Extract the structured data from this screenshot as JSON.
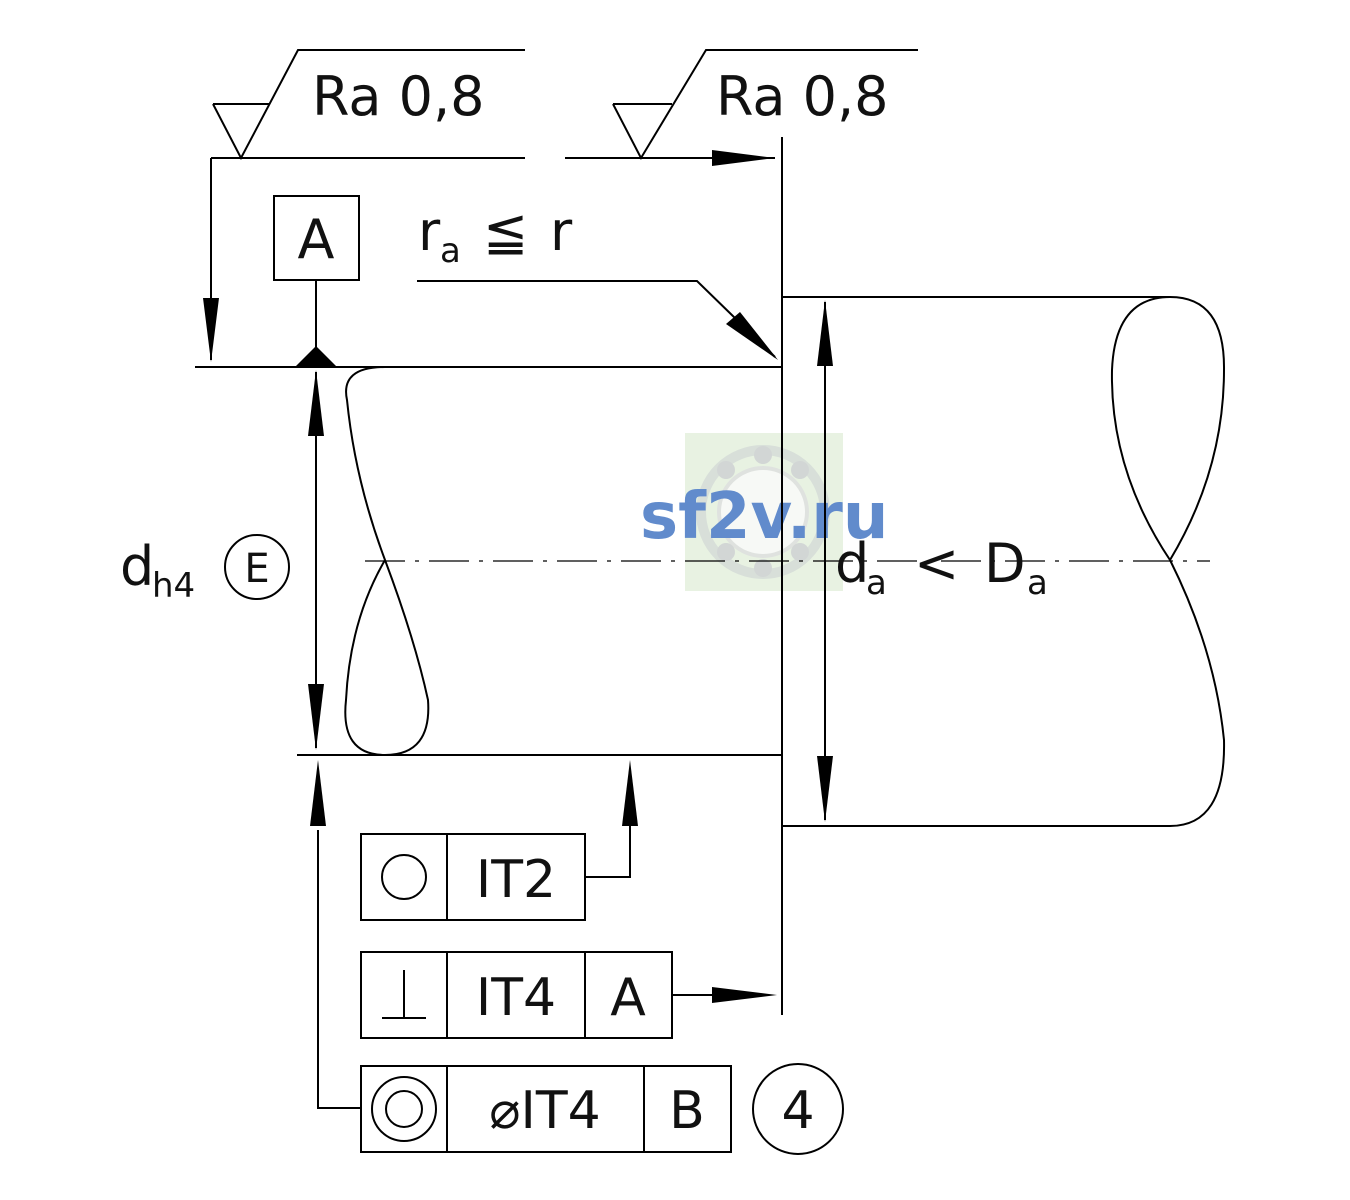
{
  "surface_finish": [
    {
      "label": "Ra 0,8"
    },
    {
      "label": "Ra 0,8"
    }
  ],
  "datum_a": {
    "label": "A"
  },
  "fillet_note": {
    "r": "r",
    "sub": "a",
    "op": "≦",
    "rhs": "r"
  },
  "shaft_dim": {
    "d": "d",
    "sub": "h4",
    "envelope": "E"
  },
  "housing_dim": {
    "d": "d",
    "sub": "a",
    "op": "<",
    "D": "D",
    "sub2": "a"
  },
  "frames": {
    "roundness": {
      "symbol": "○",
      "tol": "IT2"
    },
    "perpendicularity": {
      "symbol": "⊥",
      "tol": "IT4",
      "datum": "A"
    },
    "coaxiality": {
      "symbol": "◎",
      "tol": "⌀IT4",
      "datum": "B",
      "note": "4"
    }
  },
  "watermark": {
    "text": "sf2v.ru",
    "colors": {
      "text": "#3a6fc0",
      "bg": "#e8f2e3"
    }
  }
}
